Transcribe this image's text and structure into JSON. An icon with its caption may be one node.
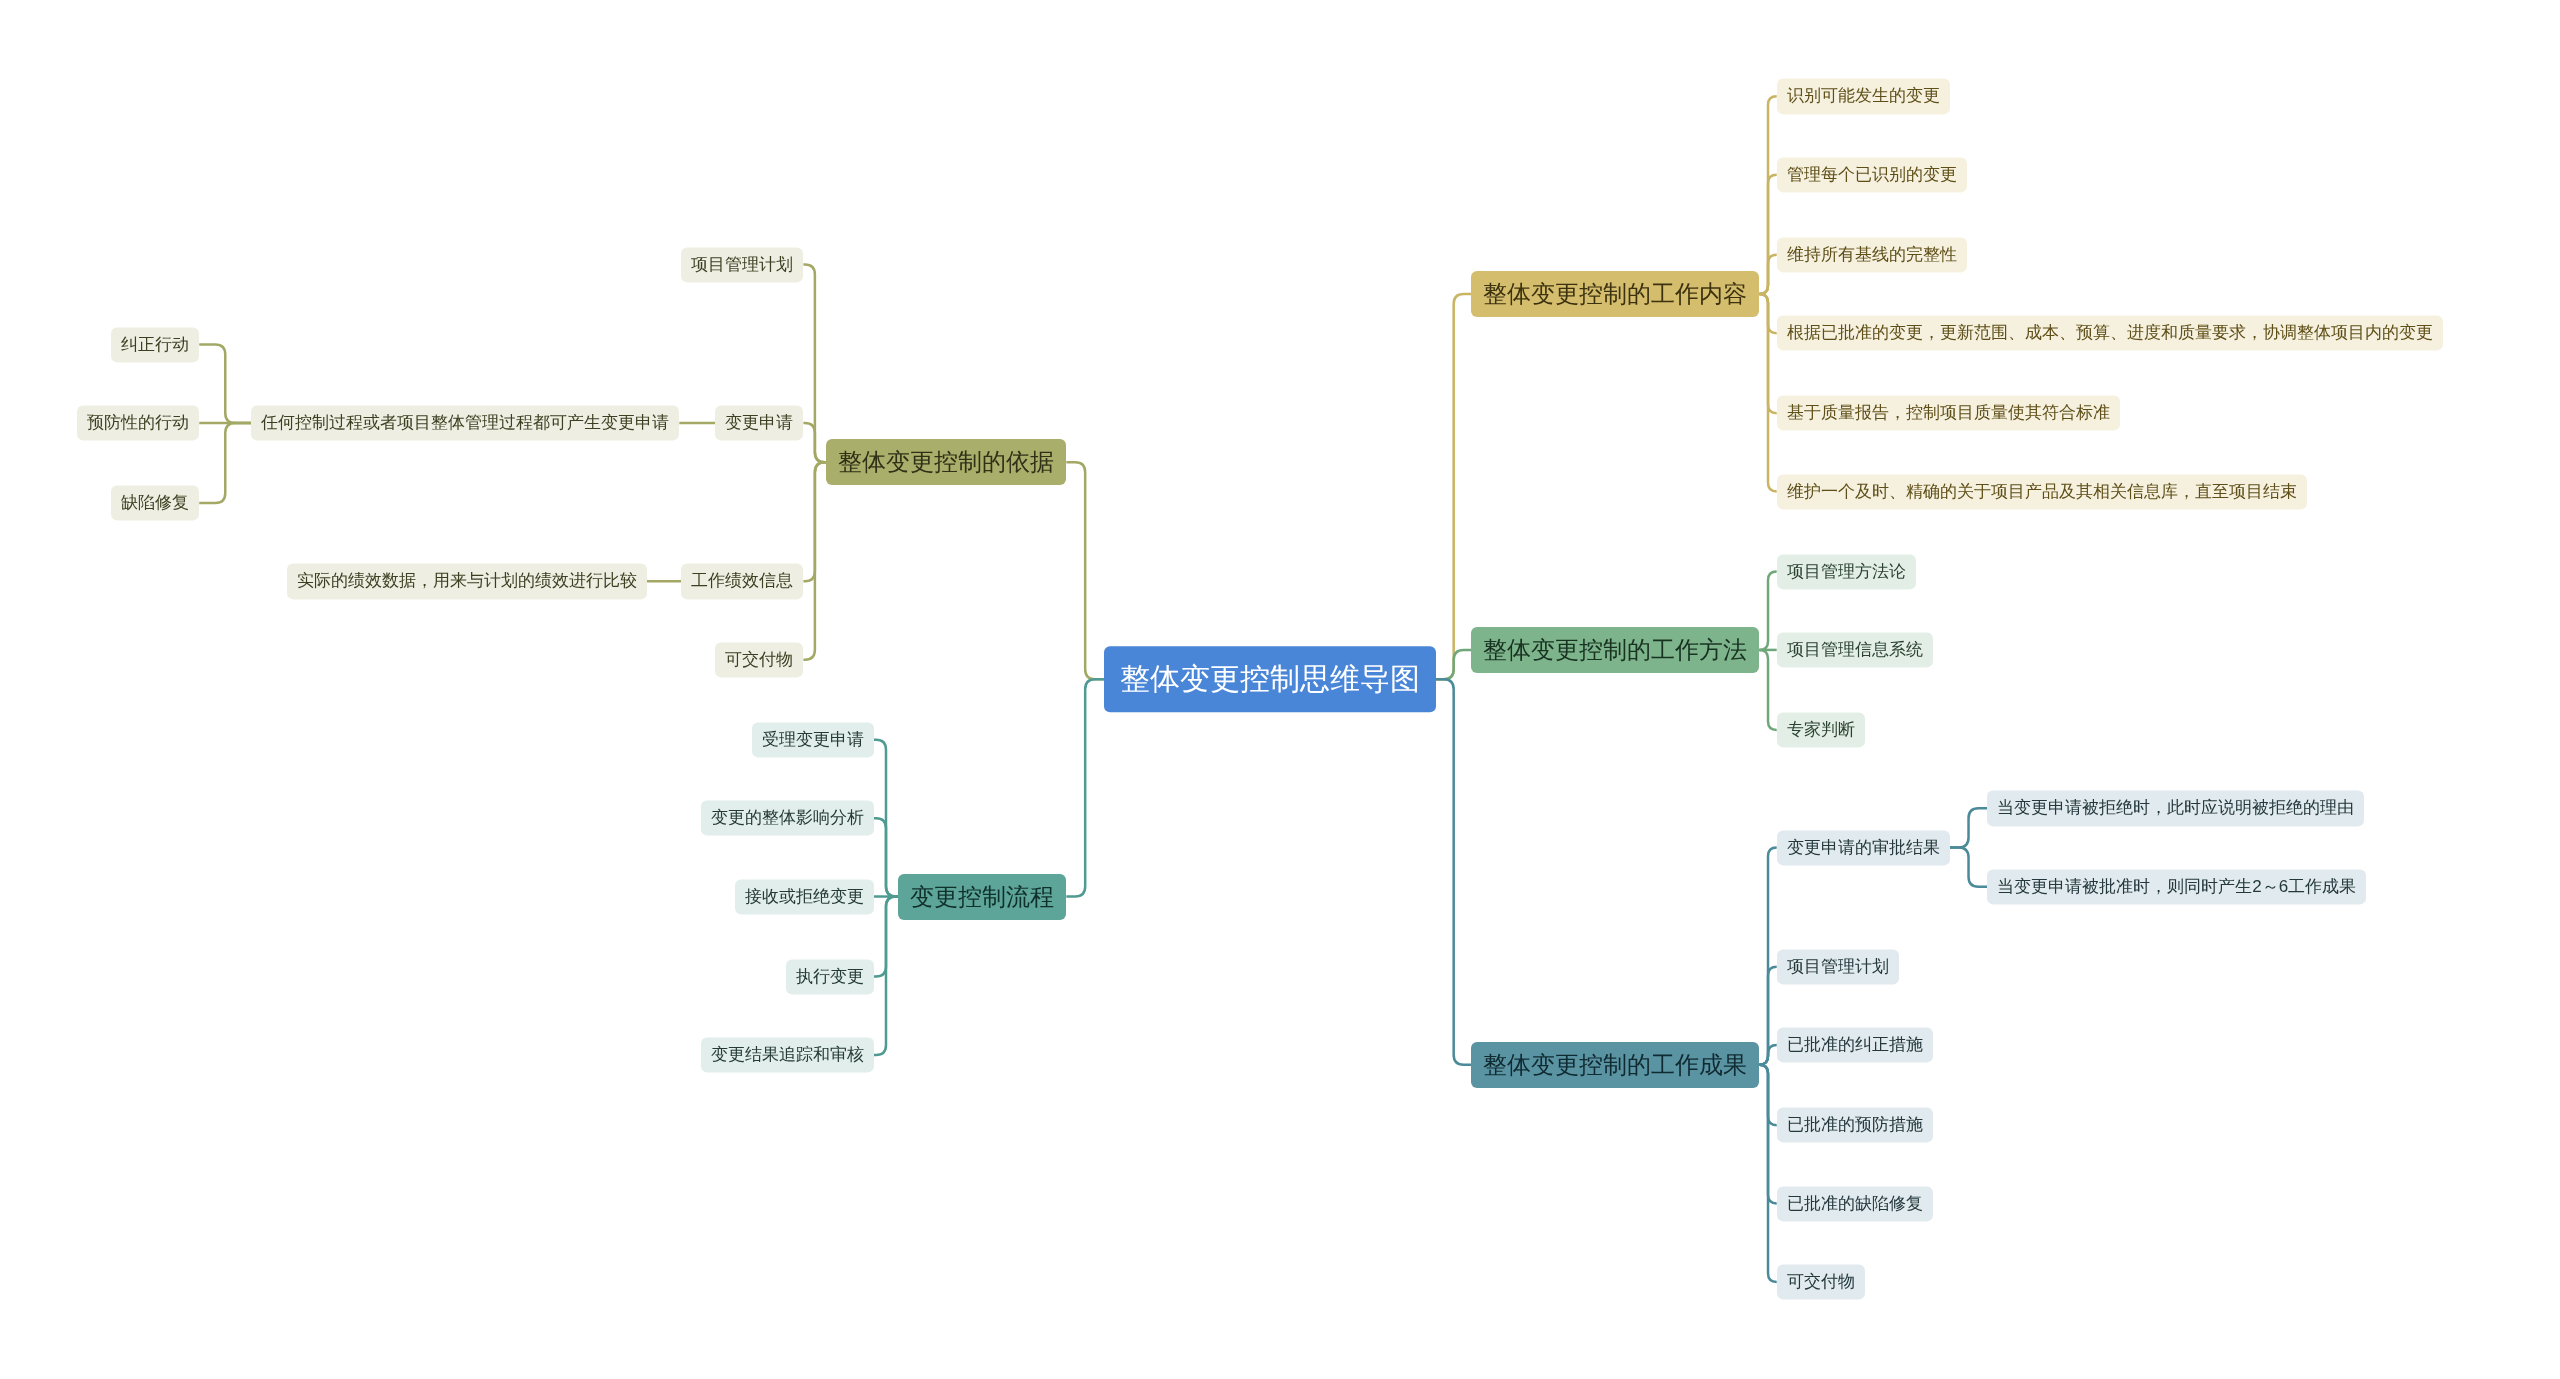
{
  "diagram": {
    "nodes": [
      {
        "text": [
          "整体变更控制思维导图"
        ]
      },
      {
        "text": [
          "整体变更控制的依据"
        ]
      },
      {
        "text": [
          "项目管理计划"
        ]
      },
      {
        "text": [
          "变更申请"
        ]
      },
      {
        "text": [
          "任何控制过程或者项目整体管理过程都可产生变更申请"
        ]
      },
      {
        "text": [
          "纠正行动"
        ]
      },
      {
        "text": [
          "预防性的行动"
        ]
      },
      {
        "text": [
          "缺陷修复"
        ]
      },
      {
        "text": [
          "工作绩效信息"
        ]
      },
      {
        "text": [
          "实际的绩效数据，用来与计划的绩效进行比较"
        ]
      },
      {
        "text": [
          "可交付物"
        ]
      },
      {
        "text": [
          "变更控制流程"
        ]
      },
      {
        "text": [
          "受理变更申请"
        ]
      },
      {
        "text": [
          "变更的整体影响分析"
        ]
      },
      {
        "text": [
          "接收或拒绝变更"
        ]
      },
      {
        "text": [
          "执行变更"
        ]
      },
      {
        "text": [
          "变更结果追踪和审核"
        ]
      },
      {
        "text": [
          "整体变更控制的工作内容"
        ]
      },
      {
        "text": [
          "识别可能发生的变更"
        ]
      },
      {
        "text": [
          "管理每个已识别的变更"
        ]
      },
      {
        "text": [
          "维持所有基线的完整性"
        ]
      },
      {
        "text": [
          "根据已批准的变更，更新范围、成本、预算、进度和质量要求，协调整体项目内的变更"
        ]
      },
      {
        "text": [
          "基于质量报告，控制项目质量使其符合标准"
        ]
      },
      {
        "text": [
          "维护一个及时、精确的关于项目产品及其相关信息库，直至项目结束"
        ]
      },
      {
        "text": [
          "整体变更控制的工作方法"
        ]
      },
      {
        "text": [
          "项目管理方法论"
        ]
      },
      {
        "text": [
          "项目管理信息系统"
        ]
      },
      {
        "text": [
          "专家判断"
        ]
      },
      {
        "text": [
          "整体变更控制的工作成果"
        ]
      },
      {
        "text": [
          "变更申请的审批结果"
        ]
      },
      {
        "text": [
          "当变更申请被拒绝时，此时应说明被拒绝的理由"
        ]
      },
      {
        "text": [
          "当变更申请被批准时，则同时产生2～6工作成果"
        ]
      },
      {
        "text": [
          "项目管理计划"
        ]
      },
      {
        "text": [
          "已批准的纠正措施"
        ]
      },
      {
        "text": [
          "已批准的预防措施"
        ]
      },
      {
        "text": [
          "已批准的缺陷修复"
        ]
      },
      {
        "text": [
          "可交付物"
        ]
      }
    ],
    "edges": [
      {
        "from": 0,
        "to": 1,
        "arrow": "none",
        "color": "#a3a865"
      },
      {
        "from": 1,
        "to": 2,
        "arrow": "none",
        "color": "#a3a865"
      },
      {
        "from": 1,
        "to": 3,
        "arrow": "none",
        "color": "#a3a865"
      },
      {
        "from": 3,
        "to": 4,
        "arrow": "none",
        "color": "#a3a865"
      },
      {
        "from": 4,
        "to": 5,
        "arrow": "none",
        "color": "#a3a865"
      },
      {
        "from": 4,
        "to": 6,
        "arrow": "none",
        "color": "#a3a865"
      },
      {
        "from": 4,
        "to": 7,
        "arrow": "none",
        "color": "#a3a865"
      },
      {
        "from": 1,
        "to": 8,
        "arrow": "none",
        "color": "#a3a865"
      },
      {
        "from": 8,
        "to": 9,
        "arrow": "none",
        "color": "#a3a865"
      },
      {
        "from": 1,
        "to": 10,
        "arrow": "none",
        "color": "#a3a865"
      },
      {
        "from": 0,
        "to": 11,
        "arrow": "none",
        "color": "#4f9a91"
      },
      {
        "from": 11,
        "to": 12,
        "arrow": "none",
        "color": "#4f9a91"
      },
      {
        "from": 11,
        "to": 13,
        "arrow": "none",
        "color": "#4f9a91"
      },
      {
        "from": 11,
        "to": 14,
        "arrow": "none",
        "color": "#4f9a91"
      },
      {
        "from": 11,
        "to": 15,
        "arrow": "none",
        "color": "#4f9a91"
      },
      {
        "from": 11,
        "to": 16,
        "arrow": "none",
        "color": "#4f9a91"
      },
      {
        "from": 0,
        "to": 17,
        "arrow": "none",
        "color": "#c9b463"
      },
      {
        "from": 17,
        "to": 18,
        "arrow": "none",
        "color": "#c9b463"
      },
      {
        "from": 17,
        "to": 19,
        "arrow": "none",
        "color": "#c9b463"
      },
      {
        "from": 17,
        "to": 20,
        "arrow": "none",
        "color": "#c9b463"
      },
      {
        "from": 17,
        "to": 21,
        "arrow": "none",
        "color": "#c9b463"
      },
      {
        "from": 17,
        "to": 22,
        "arrow": "none",
        "color": "#c9b463"
      },
      {
        "from": 17,
        "to": 23,
        "arrow": "none",
        "color": "#c9b463"
      },
      {
        "from": 0,
        "to": 24,
        "arrow": "none",
        "color": "#6fa77a"
      },
      {
        "from": 24,
        "to": 25,
        "arrow": "none",
        "color": "#6fa77a"
      },
      {
        "from": 24,
        "to": 26,
        "arrow": "none",
        "color": "#6fa77a"
      },
      {
        "from": 24,
        "to": 27,
        "arrow": "none",
        "color": "#6fa77a"
      },
      {
        "from": 0,
        "to": 28,
        "arrow": "none",
        "color": "#4a8a99"
      },
      {
        "from": 28,
        "to": 29,
        "arrow": "none",
        "color": "#4a8a99"
      },
      {
        "from": 29,
        "to": 30,
        "arrow": "none",
        "color": "#4a8a99"
      },
      {
        "from": 29,
        "to": 31,
        "arrow": "none",
        "color": "#4a8a99"
      },
      {
        "from": 28,
        "to": 32,
        "arrow": "none",
        "color": "#4a8a99"
      },
      {
        "from": 28,
        "to": 33,
        "arrow": "none",
        "color": "#4a8a99"
      },
      {
        "from": 28,
        "to": 34,
        "arrow": "none",
        "color": "#4a8a99"
      },
      {
        "from": 28,
        "to": 35,
        "arrow": "none",
        "color": "#4a8a99"
      },
      {
        "from": 28,
        "to": 36,
        "arrow": "none",
        "color": "#4a8a99"
      }
    ]
  }
}
